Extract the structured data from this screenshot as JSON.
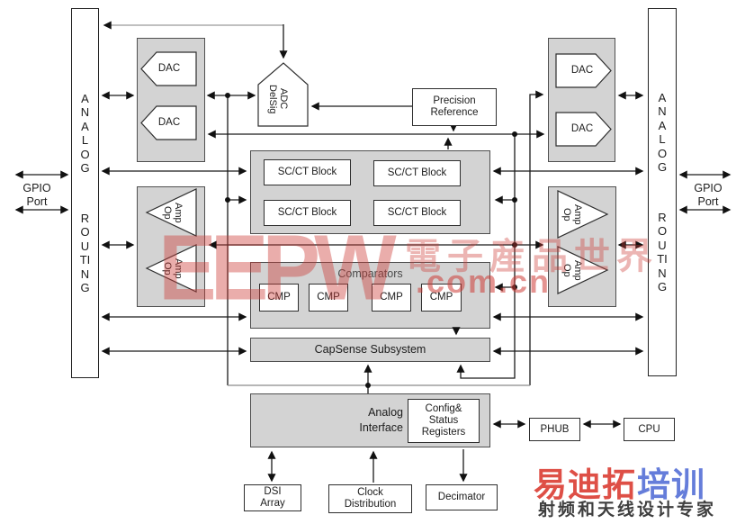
{
  "ports": {
    "left_label": "GPIO\nPort",
    "right_label": "GPIO\nPort"
  },
  "routing": {
    "word1": "ANALOG",
    "word2": "ROUTING"
  },
  "blocks": {
    "dac": "DAC",
    "adc": "DelSig\nADC",
    "precision_reference": "Precision\nReference",
    "scct": "SC/CT Block",
    "comparators_title": "Comparators",
    "cmp": "CMP",
    "opamp": "Op\nAmp",
    "capsense": "CapSense Subsystem",
    "analog_interface": "Analog\nInterface",
    "config_registers": "Config&\nStatus\nRegisters",
    "phub": "PHUB",
    "cpu": "CPU",
    "dsi": "DSI\nArray",
    "clock": "Clock\nDistribution",
    "decimator": "Decimator"
  },
  "watermarks": {
    "center_logo": "EEPW",
    "center_text": "電子産品世界",
    "center_domain": ".com.cn",
    "corner_red": "易迪拓",
    "corner_blue": "培训",
    "corner_subtitle": "射频和天线设计专家"
  },
  "colors": {
    "box_fill": "#d3d3d3",
    "line": "#1a1a1a",
    "light_line": "#9a9a9a",
    "watermark_red": "#ce3c37",
    "watermark_blue": "#3e5cd1"
  }
}
